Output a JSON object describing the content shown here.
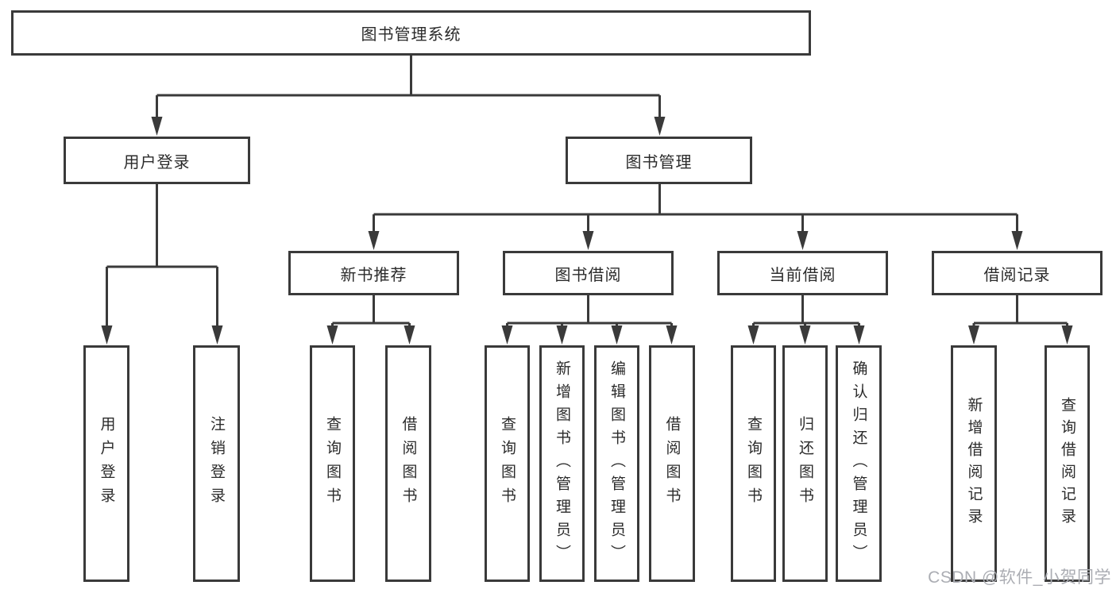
{
  "title": "图书管理系统",
  "branches": [
    {
      "label": "用户登录",
      "children": [
        "用户登录",
        "注销登录"
      ]
    },
    {
      "label": "图书管理",
      "sections": [
        {
          "label": "新书推荐",
          "children": [
            "查询图书",
            "借阅图书"
          ]
        },
        {
          "label": "图书借阅",
          "children": [
            "查询图书",
            "新增图书（管理员）",
            "编辑图书（管理员）",
            "借阅图书"
          ]
        },
        {
          "label": "当前借阅",
          "children": [
            "查询图书",
            "归还图书",
            "确认归还（管理员）"
          ]
        },
        {
          "label": "借阅记录",
          "children": [
            "新增借阅记录",
            "查询借阅记录"
          ]
        }
      ]
    }
  ],
  "watermark": "CSDN @软件_小贺同学",
  "colors": {
    "line": "#3a3a3a",
    "box_border": "#3a3a3a",
    "text": "#2b2b2b",
    "watermark": "#abadb3",
    "background": "#ffffff"
  }
}
